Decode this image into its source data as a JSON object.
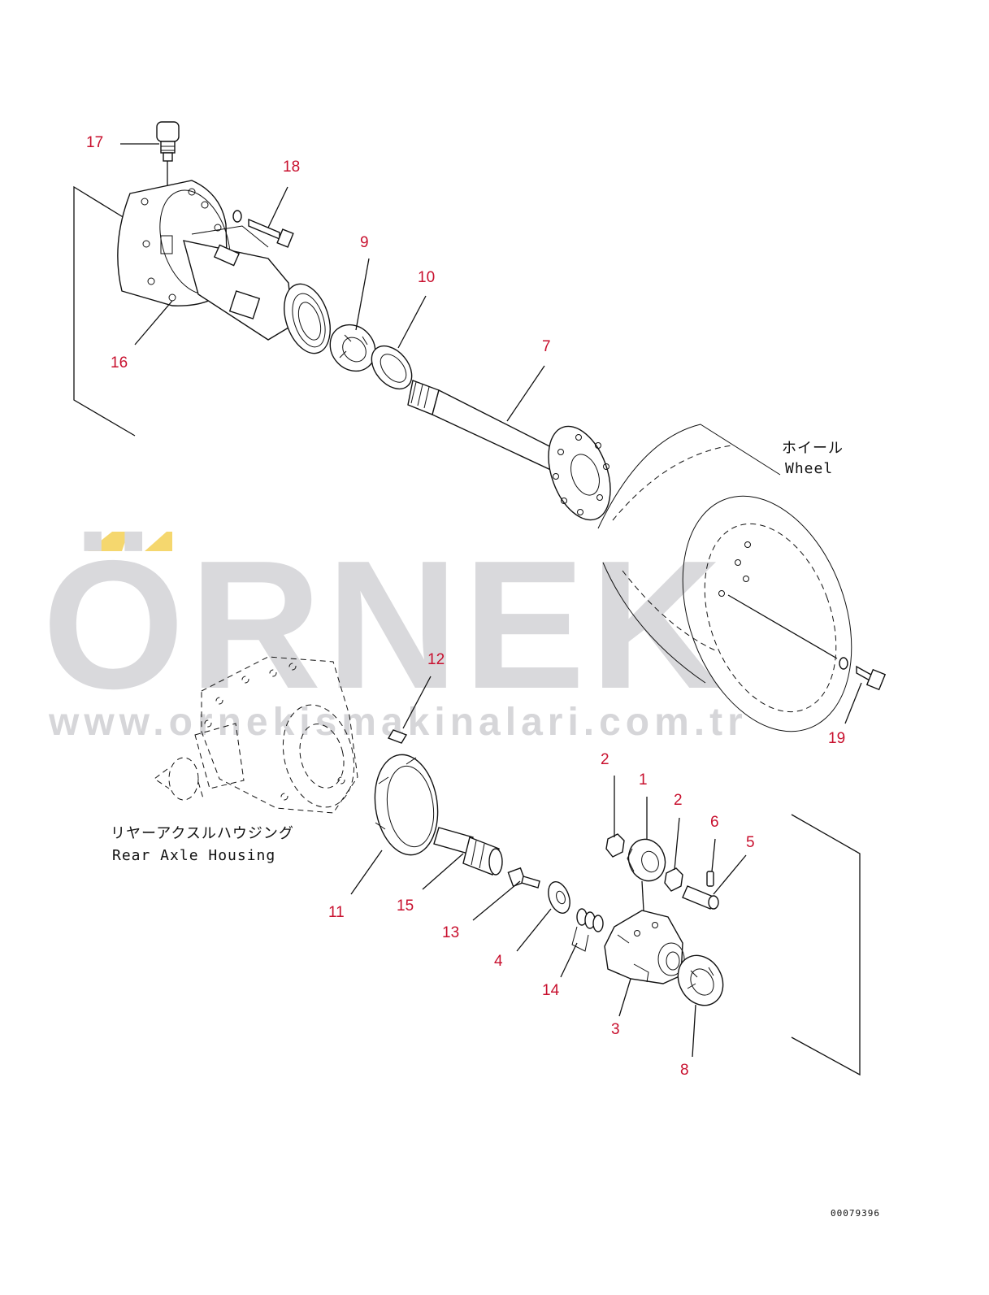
{
  "watermark": {
    "brand": "ÖRNEK",
    "url": "www.ornekismakinalari.com.tr",
    "accent_color": "#f5d76e"
  },
  "labels": {
    "wheel_jp": "ホイール",
    "wheel_en": "Wheel",
    "housing_jp": "リヤーアクスルハウジング",
    "housing_en": "Rear Axle Housing"
  },
  "callouts": [
    "17",
    "18",
    "16",
    "9",
    "10",
    "7",
    "19",
    "12",
    "11",
    "15",
    "13",
    "4",
    "14",
    "2",
    "1",
    "2",
    "6",
    "5",
    "3",
    "8"
  ],
  "doc_number": "00079396",
  "colors": {
    "callout": "#c8102e",
    "line": "#111111"
  }
}
